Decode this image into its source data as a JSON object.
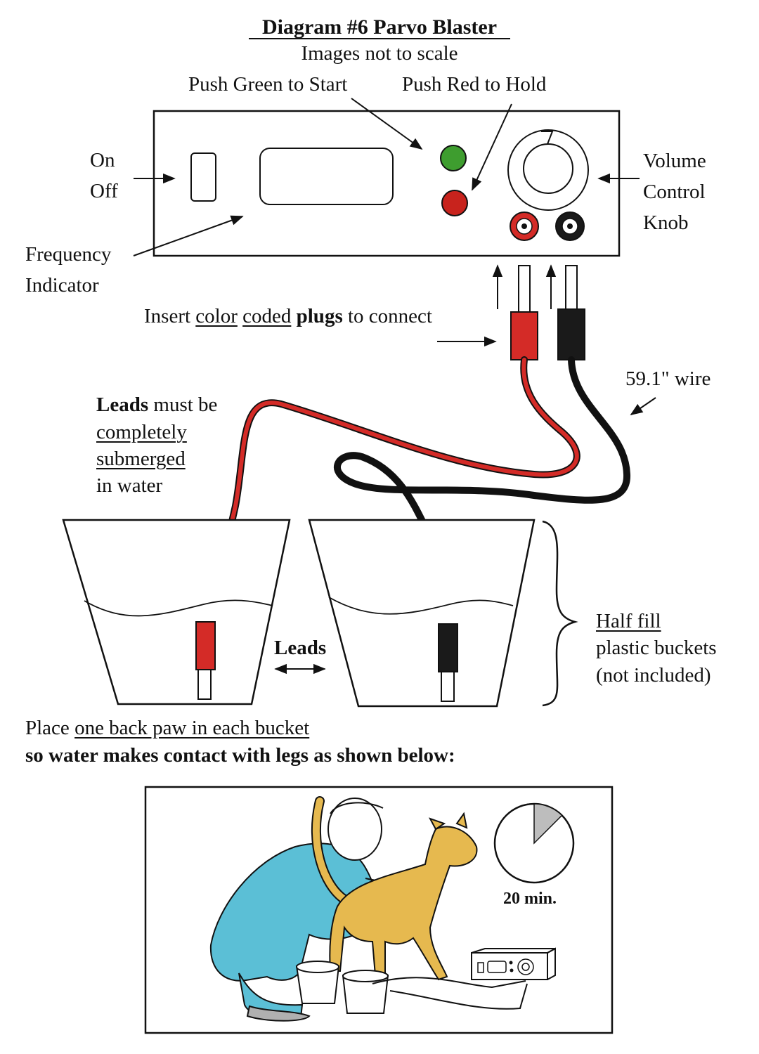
{
  "diagram": {
    "title": "Diagram #6 Parvo Blaster",
    "subtitle": "Images not to scale",
    "buttons": {
      "green_label": "Push Green to Start",
      "red_label": "Push Red to Hold",
      "green_color": "#3e9d2f",
      "red_color": "#c8231d"
    },
    "power_switch": {
      "on": "On",
      "off": "Off"
    },
    "frequency_indicator": [
      "Frequency",
      "Indicator"
    ],
    "volume_knob": [
      "Volume",
      "Control",
      "Knob"
    ],
    "insert_instruction": {
      "w1": "Insert",
      "w2": "color",
      "w3": "coded",
      "w4": "plugs",
      "w5": "to connect"
    },
    "wire_length": "59.1\" wire",
    "leads_note": {
      "bold": "Leads",
      "rest": "must be",
      "line2": "completely",
      "line3": "submerged",
      "line4": "in water"
    },
    "leads_label": "Leads",
    "fill_note": {
      "line1": "Half fill",
      "line2": "plastic buckets",
      "line3": "(not included)"
    },
    "placement": {
      "w1": "Place",
      "w2": "one back paw in each bucket",
      "line2": "so water makes contact with legs as shown below:"
    },
    "timer": {
      "label": "20 min.",
      "fraction": 0.125
    },
    "wire_colors": {
      "red": "#d42b27",
      "black": "#1a1a1a"
    }
  }
}
